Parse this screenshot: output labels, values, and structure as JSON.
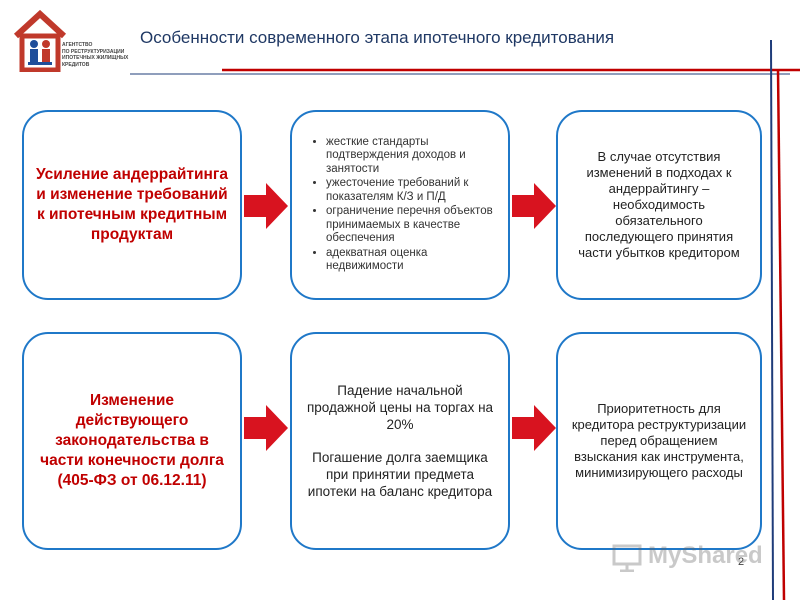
{
  "header": {
    "title": "Особенности современного этапа ипотечного кредитования",
    "logo_lines": [
      "Агентство",
      "по реструктуризации",
      "ипотечных жилищных",
      "кредитов"
    ]
  },
  "colors": {
    "border_blue": "#1f78c8",
    "accent_red": "#c00000",
    "arrow_red": "#d8131f",
    "title_navy": "#1f3864",
    "line_navy": "#1f3c7a"
  },
  "row1": {
    "left_text": "Усиление андеррайтинга и изменение требований к ипотечным кредитным продуктам",
    "middle_bullets": [
      "жесткие стандарты подтверждения доходов и занятости",
      "ужесточение требований к показателям К/З и П/Д",
      "ограничение перечня объектов принимаемых в качестве обеспечения",
      "адекватная оценка недвижимости"
    ],
    "right_text": "В случае отсутствия изменений в подходах к андеррайтингу – необходимость обязательного последующего принятия части убытков кредитором"
  },
  "row2": {
    "left_line1": "Изменение действующего законодательства в части конечности долга",
    "left_line2": "(405-ФЗ от 06.12.11)",
    "middle_para1": "Падение начальной продажной цены на торгах на 20%",
    "middle_para2": "Погашение долга заемщика при принятии предмета ипотеки на баланс кредитора",
    "right_text": "Приоритетность для кредитора реструктуризации перед обращением взыскания как инструмента, минимизирующего расходы"
  },
  "watermark": {
    "text": "MyShared"
  },
  "page_number": "2"
}
